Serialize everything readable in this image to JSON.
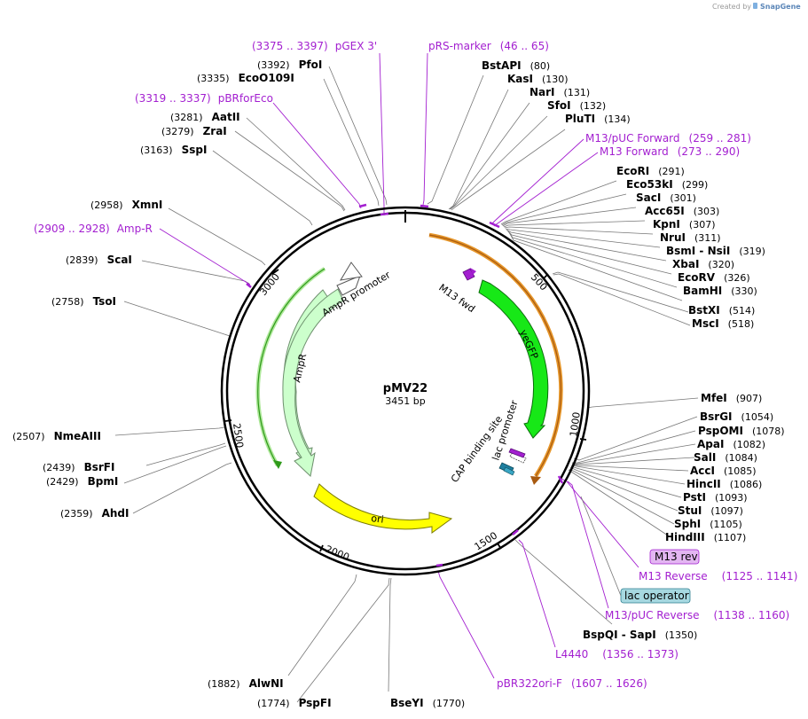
{
  "credit": {
    "prefix": "Created by",
    "brand": "SnapGene"
  },
  "plasmid": {
    "name": "pMV22",
    "length_label": "3451 bp"
  },
  "ticks": [
    {
      "label": "500"
    },
    {
      "label": "1000"
    },
    {
      "label": "1500"
    },
    {
      "label": "2000"
    },
    {
      "label": "2500"
    },
    {
      "label": "3000"
    }
  ],
  "features": [
    {
      "name": "M13 fwd",
      "color": "#b13ed6",
      "kind": "primer-bind"
    },
    {
      "name": "yeGFP",
      "color": "#17e817",
      "kind": "cds"
    },
    {
      "name": "lac promoter",
      "color": "#ffffff",
      "kind": "promoter"
    },
    {
      "name": "CAP binding site",
      "color": "#1e7fa0",
      "kind": "site"
    },
    {
      "name": "ori",
      "color": "#ffff00",
      "kind": "rep-origin"
    },
    {
      "name": "AmpR",
      "color": "#ccffcc",
      "kind": "cds"
    },
    {
      "name": "AmpR promoter",
      "color": "#ffffff",
      "kind": "promoter"
    }
  ],
  "sites": [
    {
      "name": "BstAPI",
      "pos": "(80)"
    },
    {
      "name": "KasI",
      "pos": "(130)"
    },
    {
      "name": "NarI",
      "pos": "(131)"
    },
    {
      "name": "SfoI",
      "pos": "(132)"
    },
    {
      "name": "PluTI",
      "pos": "(134)"
    },
    {
      "name": "EcoRI",
      "pos": "(291)"
    },
    {
      "name": "Eco53kI",
      "pos": "(299)"
    },
    {
      "name": "SacI",
      "pos": "(301)"
    },
    {
      "name": "Acc65I",
      "pos": "(303)"
    },
    {
      "name": "KpnI",
      "pos": "(307)"
    },
    {
      "name": "NruI",
      "pos": "(311)"
    },
    {
      "name": "BsmI - NsiI",
      "pos": "(319)"
    },
    {
      "name": "XbaI",
      "pos": "(320)"
    },
    {
      "name": "EcoRV",
      "pos": "(326)"
    },
    {
      "name": "BamHI",
      "pos": "(330)"
    },
    {
      "name": "BstXI",
      "pos": "(514)"
    },
    {
      "name": "MscI",
      "pos": "(518)"
    },
    {
      "name": "MfeI",
      "pos": "(907)"
    },
    {
      "name": "BsrGI",
      "pos": "(1054)"
    },
    {
      "name": "PspOMI",
      "pos": "(1078)"
    },
    {
      "name": "ApaI",
      "pos": "(1082)"
    },
    {
      "name": "SalI",
      "pos": "(1084)"
    },
    {
      "name": "AccI",
      "pos": "(1085)"
    },
    {
      "name": "HincII",
      "pos": "(1086)"
    },
    {
      "name": "PstI",
      "pos": "(1093)"
    },
    {
      "name": "StuI",
      "pos": "(1097)"
    },
    {
      "name": "SphI",
      "pos": "(1105)"
    },
    {
      "name": "HindIII",
      "pos": "(1107)"
    },
    {
      "name": "BspQI - SapI",
      "pos": "(1350)"
    },
    {
      "name": "BseYI",
      "pos": "(1770)"
    },
    {
      "name": "PspFI",
      "pos": "(1774)"
    },
    {
      "name": "AlwNI",
      "pos": "(1882)"
    },
    {
      "name": "AhdI",
      "pos": "(2359)"
    },
    {
      "name": "BpmI",
      "pos": "(2429)"
    },
    {
      "name": "BsrFI",
      "pos": "(2439)"
    },
    {
      "name": "NmeAIII",
      "pos": "(2507)"
    },
    {
      "name": "TsoI",
      "pos": "(2758)"
    },
    {
      "name": "ScaI",
      "pos": "(2839)"
    },
    {
      "name": "XmnI",
      "pos": "(2958)"
    },
    {
      "name": "SspI",
      "pos": "(3163)"
    },
    {
      "name": "ZraI",
      "pos": "(3279)"
    },
    {
      "name": "AatII",
      "pos": "(3281)"
    },
    {
      "name": "EcoO109I",
      "pos": "(3335)"
    },
    {
      "name": "PfoI",
      "pos": "(3392)"
    }
  ],
  "primers": [
    {
      "name": "pGEX 3'",
      "range": "(3375 .. 3397)"
    },
    {
      "name": "pRS-marker",
      "range": "(46 .. 65)"
    },
    {
      "name": "pBRforEco",
      "range": "(3319 .. 3337)"
    },
    {
      "name": "M13/pUC Forward",
      "range": "(259 .. 281)"
    },
    {
      "name": "M13 Forward",
      "range": "(273 .. 290)"
    },
    {
      "name": "Amp-R",
      "range": "(2909 .. 2928)"
    },
    {
      "name": "M13 Reverse",
      "range": "(1125 .. 1141)"
    },
    {
      "name": "M13/pUC Reverse",
      "range": "(1138 .. 1160)"
    },
    {
      "name": "L4440",
      "range": "(1356 .. 1373)"
    },
    {
      "name": "pBR322ori-F",
      "range": "(1607 .. 1626)"
    }
  ],
  "boxes": [
    {
      "label": "M13 rev",
      "fill": "#e3b6f2",
      "stroke": "#a31fd0"
    },
    {
      "label": "lac operator",
      "fill": "#a6d8e0",
      "stroke": "#2f7f90"
    }
  ],
  "colors": {
    "primer": "#a31fd0",
    "gfp": "#17e817",
    "orf_outline": "#e6962a",
    "ampr_orf": "#2f9a1a",
    "ori": "#ffff00",
    "ampr": "#ccffcc",
    "cap": "#1e7fa0",
    "backbone": "#000000"
  }
}
